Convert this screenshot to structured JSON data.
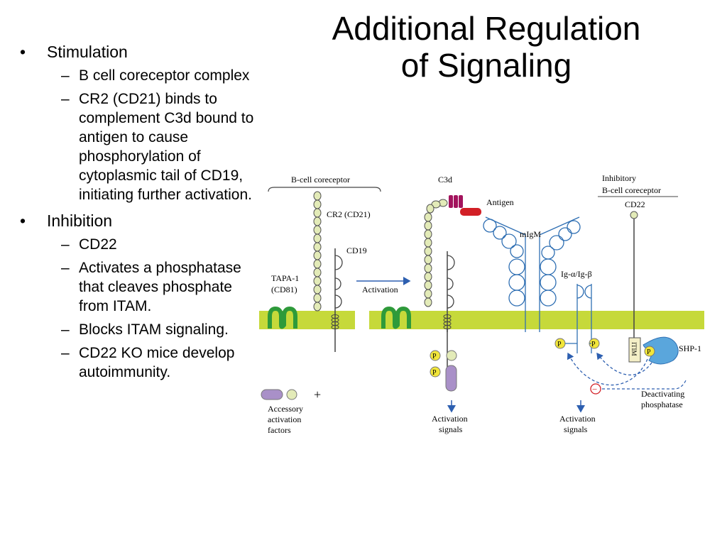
{
  "title": {
    "line1": "Additional Regulation",
    "line2": "of Signaling"
  },
  "bullets": [
    {
      "text": "Stimulation",
      "children": [
        "B cell coreceptor complex",
        "CR2 (CD21) binds to complement C3d bound to antigen to cause phosphorylation of cytoplasmic tail of CD19, initiating further activation."
      ]
    },
    {
      "text": "Inhibition",
      "children": [
        "CD22",
        "Activates a phosphatase that cleaves phosphate from ITAM.",
        "Blocks ITAM signaling.",
        "CD22 KO mice develop autoimmunity."
      ]
    }
  ],
  "figure": {
    "bcell_coreceptor": "B-cell coreceptor",
    "cr2": "CR2 (CD21)",
    "cd19": "CD19",
    "tapa1": "TAPA-1",
    "cd81": "(CD81)",
    "activation": "Activation",
    "c3d": "C3d",
    "antigen": "Antigen",
    "migm": "mIgM",
    "ig_ab": "Ig-α/Ig-β",
    "inhib1": "Inhibitory",
    "inhib2": "B-cell coreceptor",
    "cd22": "CD22",
    "itim": "ITIM",
    "shp1": "SHP-1",
    "p": "P",
    "plus": "+",
    "minus": "−",
    "accessory1": "Accessory",
    "accessory2": "activation",
    "accessory3": "factors",
    "act_signals1": "Activation",
    "act_signals2": "signals",
    "deact1": "Deactivating",
    "deact2": "phosphatase"
  },
  "colors": {
    "membrane": "#c6d93a",
    "tapa": "#2e9a3a",
    "chain": "#e3ebb8",
    "ig_domain": "#2f6fb3",
    "c3d": "#a3135d",
    "antigen": "#d21f26",
    "phospho": "#f2e63a",
    "accessory": "#a990c8",
    "shp1": "#5aa6dc",
    "arrow": "#2d5fb0"
  }
}
